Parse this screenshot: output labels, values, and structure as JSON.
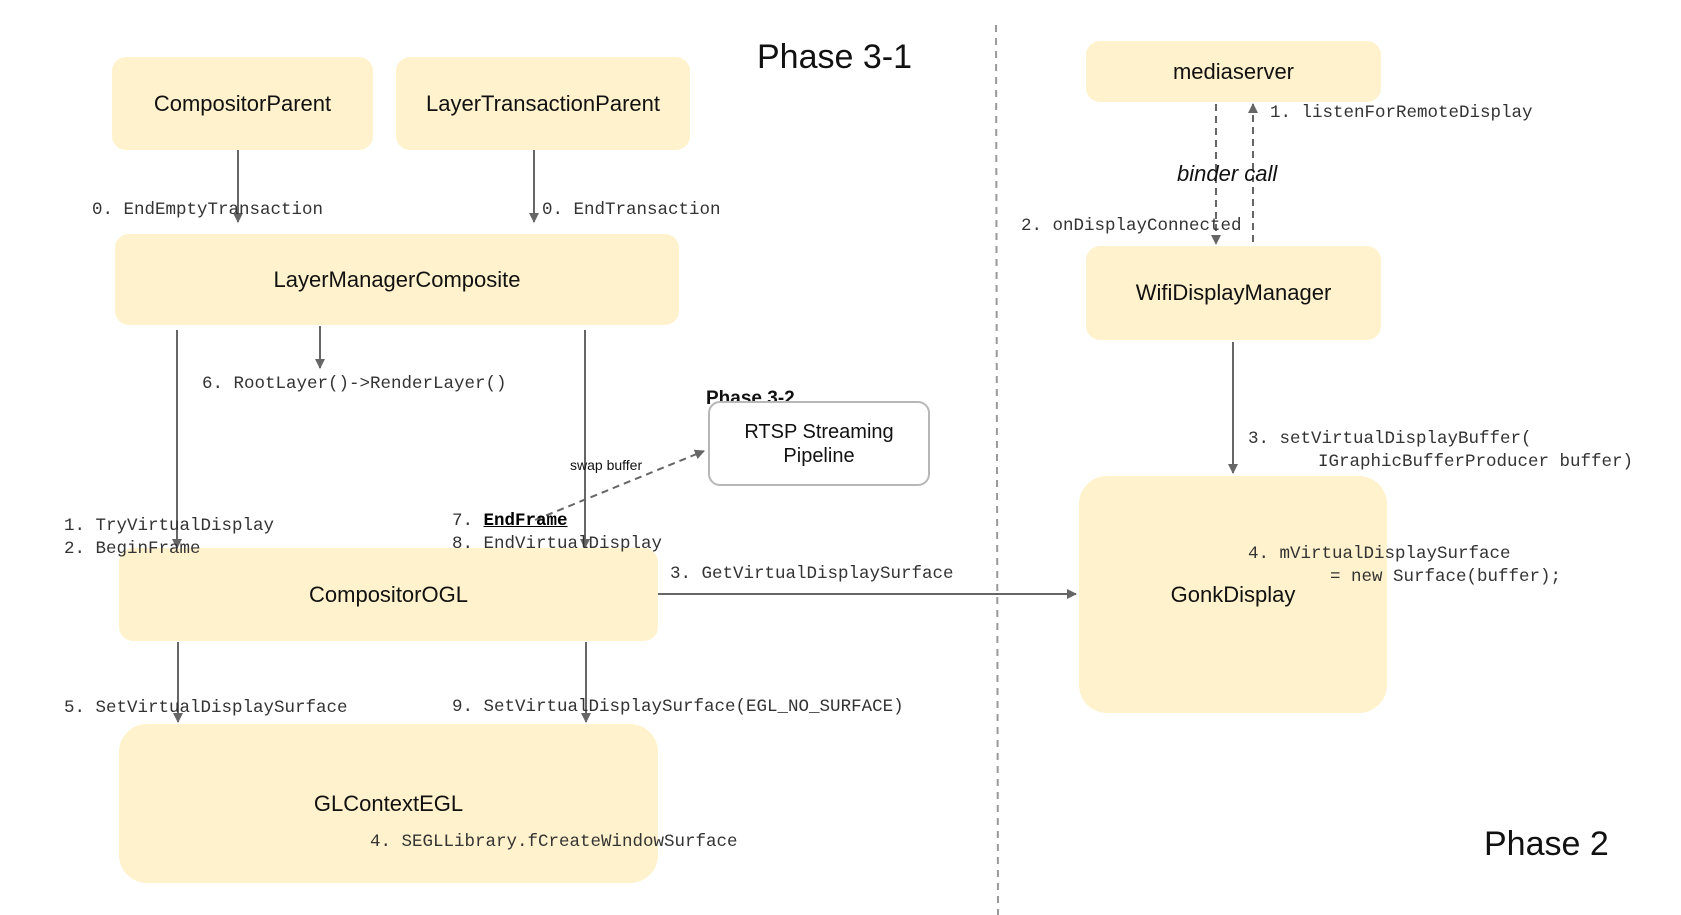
{
  "phases": {
    "phase_3_1": "Phase 3-1",
    "phase_3_2": "Phase 3-2",
    "phase_2": "Phase 2"
  },
  "nodes": {
    "compositor_parent": "CompositorParent",
    "layer_transaction_parent": "LayerTransactionParent",
    "layer_manager_composite": "LayerManagerComposite",
    "compositor_ogl": "CompositorOGL",
    "gl_context_egl": "GLContextEGL",
    "rtsp_pipeline": "RTSP Streaming\nPipeline",
    "mediaserver": "mediaserver",
    "wifi_display_manager": "WifiDisplayManager",
    "gonk_display": "GonkDisplay"
  },
  "labels": {
    "end_empty_transaction": "0. EndEmptyTransaction",
    "end_transaction": "0. EndTransaction",
    "root_layer_render": "6. RootLayer()->RenderLayer()",
    "try_virtual_display": "1. TryVirtualDisplay",
    "begin_frame": "2. BeginFrame",
    "end_frame_num": "7. ",
    "end_frame": "EndFrame",
    "end_virtual_display": "8. EndVirtualDisplay",
    "get_virtual_display_surface": "3. GetVirtualDisplaySurface",
    "set_virtual_display_surface": "5. SetVirtualDisplaySurface",
    "set_virtual_display_surface_none": "9. SetVirtualDisplaySurface(EGL_NO_SURFACE)",
    "create_window_surface": "4. SEGLLibrary.fCreateWindowSurface",
    "swap_buffer": "swap buffer",
    "listen_for_remote_display": "1. listenForRemoteDisplay",
    "binder_call": "binder call",
    "on_display_connected": "2. onDisplayConnected",
    "set_virtual_display_buffer_1": "3. setVirtualDisplayBuffer(",
    "set_virtual_display_buffer_2": "IGraphicBufferProducer buffer)",
    "m_virtual_display_surface_1": "4. mVirtualDisplaySurface",
    "m_virtual_display_surface_2": "= new Surface(buffer);"
  },
  "colors": {
    "node_fill": "#fff2cc",
    "arrow": "#666666",
    "divider": "#999999"
  }
}
